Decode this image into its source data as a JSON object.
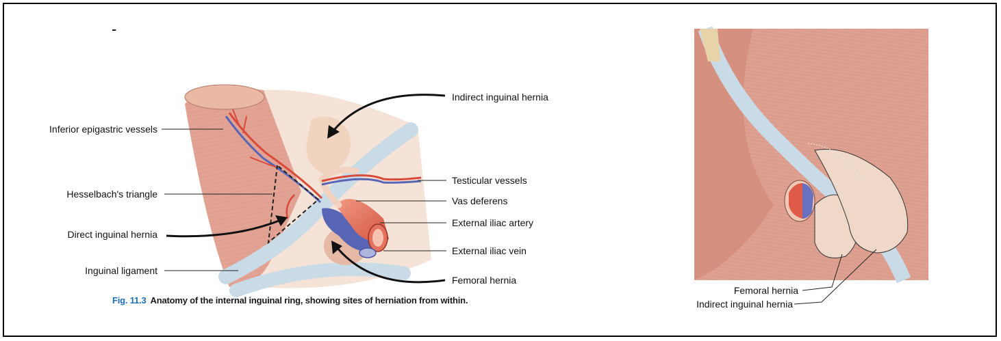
{
  "marker": "-",
  "left_figure": {
    "labels": {
      "inferior_epigastric": "Inferior epigastric vessels",
      "hesselbach": "Hesselbach's triangle",
      "direct_hernia": "Direct inguinal hernia",
      "inguinal_ligament": "Inguinal ligament",
      "indirect_hernia": "Indirect inguinal hernia",
      "testicular": "Testicular vessels",
      "vas_deferens": "Vas deferens",
      "ext_iliac_artery": "External iliac artery",
      "ext_iliac_vein": "External iliac vein",
      "femoral_hernia": "Femoral hernia"
    },
    "caption": {
      "fig_number": "Fig. 11.3",
      "text": "Anatomy of the internal inguinal ring, showing sites of herniation from within."
    }
  },
  "right_figure": {
    "labels": {
      "femoral_hernia": "Femoral hernia",
      "indirect_hernia": "Indirect inguinal hernia"
    }
  },
  "colors": {
    "caption_fig": "#1a6fb8",
    "muscle": "#e2a394",
    "ligament": "#c9dbe6",
    "artery": "#d94a3a",
    "vein": "#5865b5",
    "hernia_sac": "#f0d8c8"
  }
}
